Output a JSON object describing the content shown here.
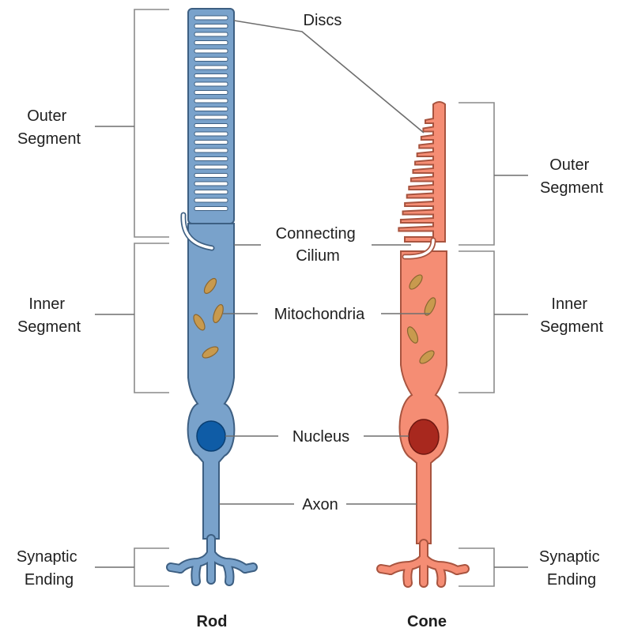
{
  "diagram": {
    "colors": {
      "rod_fill": "#79A2CB",
      "rod_outline": "#3D5F82",
      "rod_nucleus": "#0F5CA6",
      "cone_fill": "#F58D74",
      "cone_outline": "#A8543F",
      "cone_nucleus": "#A8281E",
      "mitochondria": "#C89A4E",
      "line": "#6E6E6E"
    },
    "labels": {
      "discs": "Discs",
      "connecting_cilium": [
        "Connecting",
        "Cilium"
      ],
      "mitochondria": "Mitochondria",
      "nucleus": "Nucleus",
      "axon": "Axon"
    },
    "left_labels": {
      "outer_segment": [
        "Outer",
        "Segment"
      ],
      "inner_segment": [
        "Inner",
        "Segment"
      ],
      "synaptic_ending": [
        "Synaptic",
        "Ending"
      ]
    },
    "right_labels": {
      "outer_segment": [
        "Outer",
        "Segment"
      ],
      "inner_segment": [
        "Inner",
        "Segment"
      ],
      "synaptic_ending": [
        "Synaptic",
        "Ending"
      ]
    },
    "cells": {
      "rod": "Rod",
      "cone": "Cone"
    }
  }
}
